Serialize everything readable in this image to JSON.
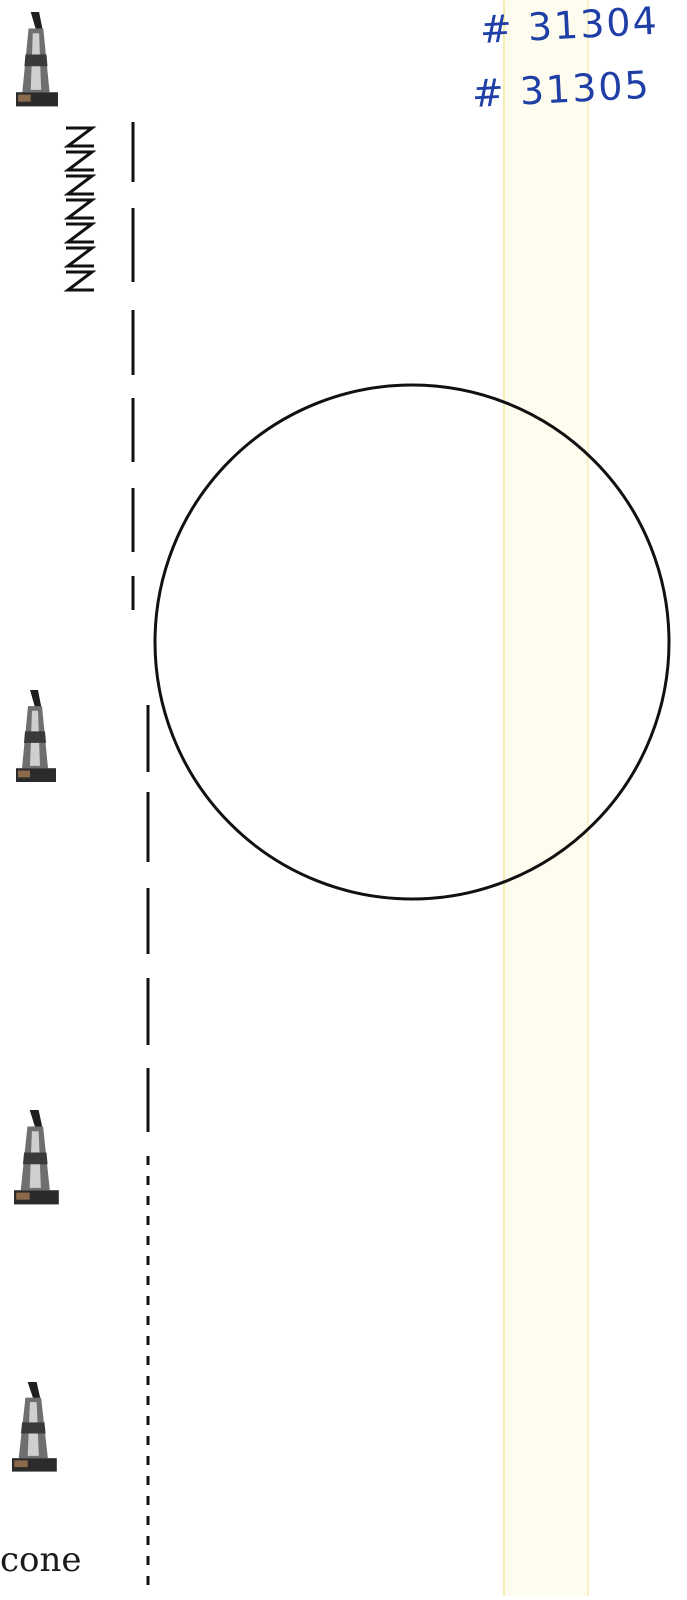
{
  "handwritten_notes": {
    "line1": "# 31304",
    "line2": "# 31305"
  },
  "caption": "cone",
  "icons": {
    "cone": "traffic-cone-icon",
    "wave_marks": "zigzag-mark-icon"
  },
  "colors": {
    "ink": "#1f3fa6",
    "line": "#111111",
    "cone_dark": "#2b2b2b",
    "cone_mid": "#7a7a7a",
    "cone_light": "#d8d8d8",
    "yellow_guide": "#fbf6c8"
  }
}
